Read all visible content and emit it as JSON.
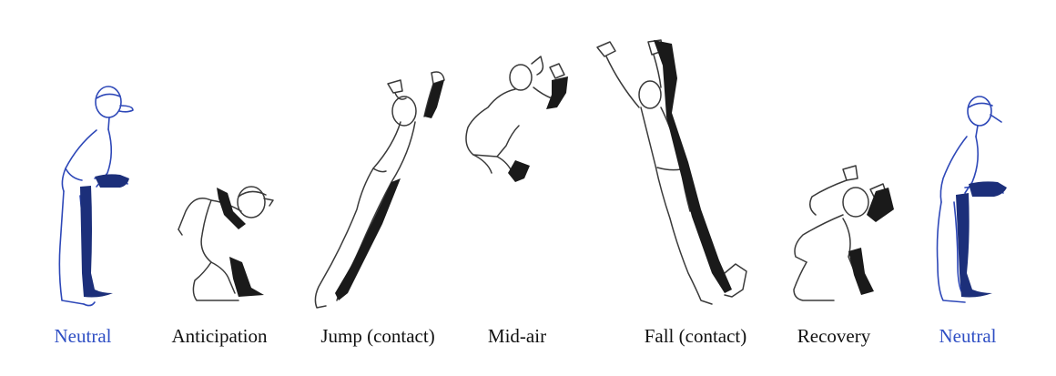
{
  "colors": {
    "neutral": "#2f4fc4",
    "pose": "#111111",
    "sketch_blue": "#2e48b8",
    "sketch_gray": "#3a3a3a",
    "shadow_fill": "#1a1a1a",
    "shadow_blue": "#1c2f7a"
  },
  "frames": [
    {
      "label": "Neutral",
      "tone": "neutral"
    },
    {
      "label": "Anticipation",
      "tone": "pose"
    },
    {
      "label": "Jump (contact)",
      "tone": "pose"
    },
    {
      "label": "Mid-air",
      "tone": "pose"
    },
    {
      "label": "Fall (contact)",
      "tone": "pose"
    },
    {
      "label": "Recovery",
      "tone": "pose"
    },
    {
      "label": "Neutral",
      "tone": "neutral"
    }
  ]
}
